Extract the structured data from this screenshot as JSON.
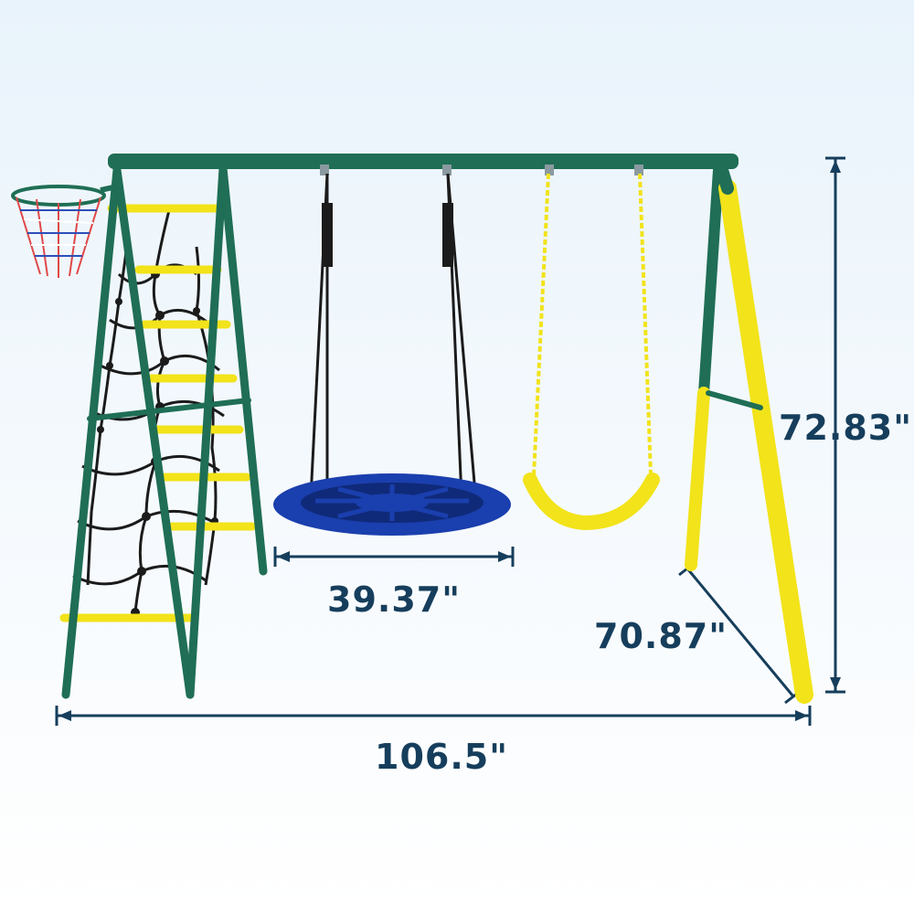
{
  "colors": {
    "frame_green": "#1f6e55",
    "frame_yellow": "#f2e31a",
    "saucer_blue": "#1a3fae",
    "dimension_navy": "#163e5c",
    "background_top": "#e9f3fb"
  },
  "dimensions": {
    "seat_diameter": "39.37\"",
    "height": "72.83\"",
    "depth": "70.87\"",
    "width": "106.5\""
  },
  "objects": {
    "frame": "a-frame-swing-set",
    "hoop": "basketball-hoop",
    "ladder": "climbing-ladder",
    "net": "rope-climbing-net",
    "saucer": "saucer-swing",
    "belt": "belt-swing"
  }
}
